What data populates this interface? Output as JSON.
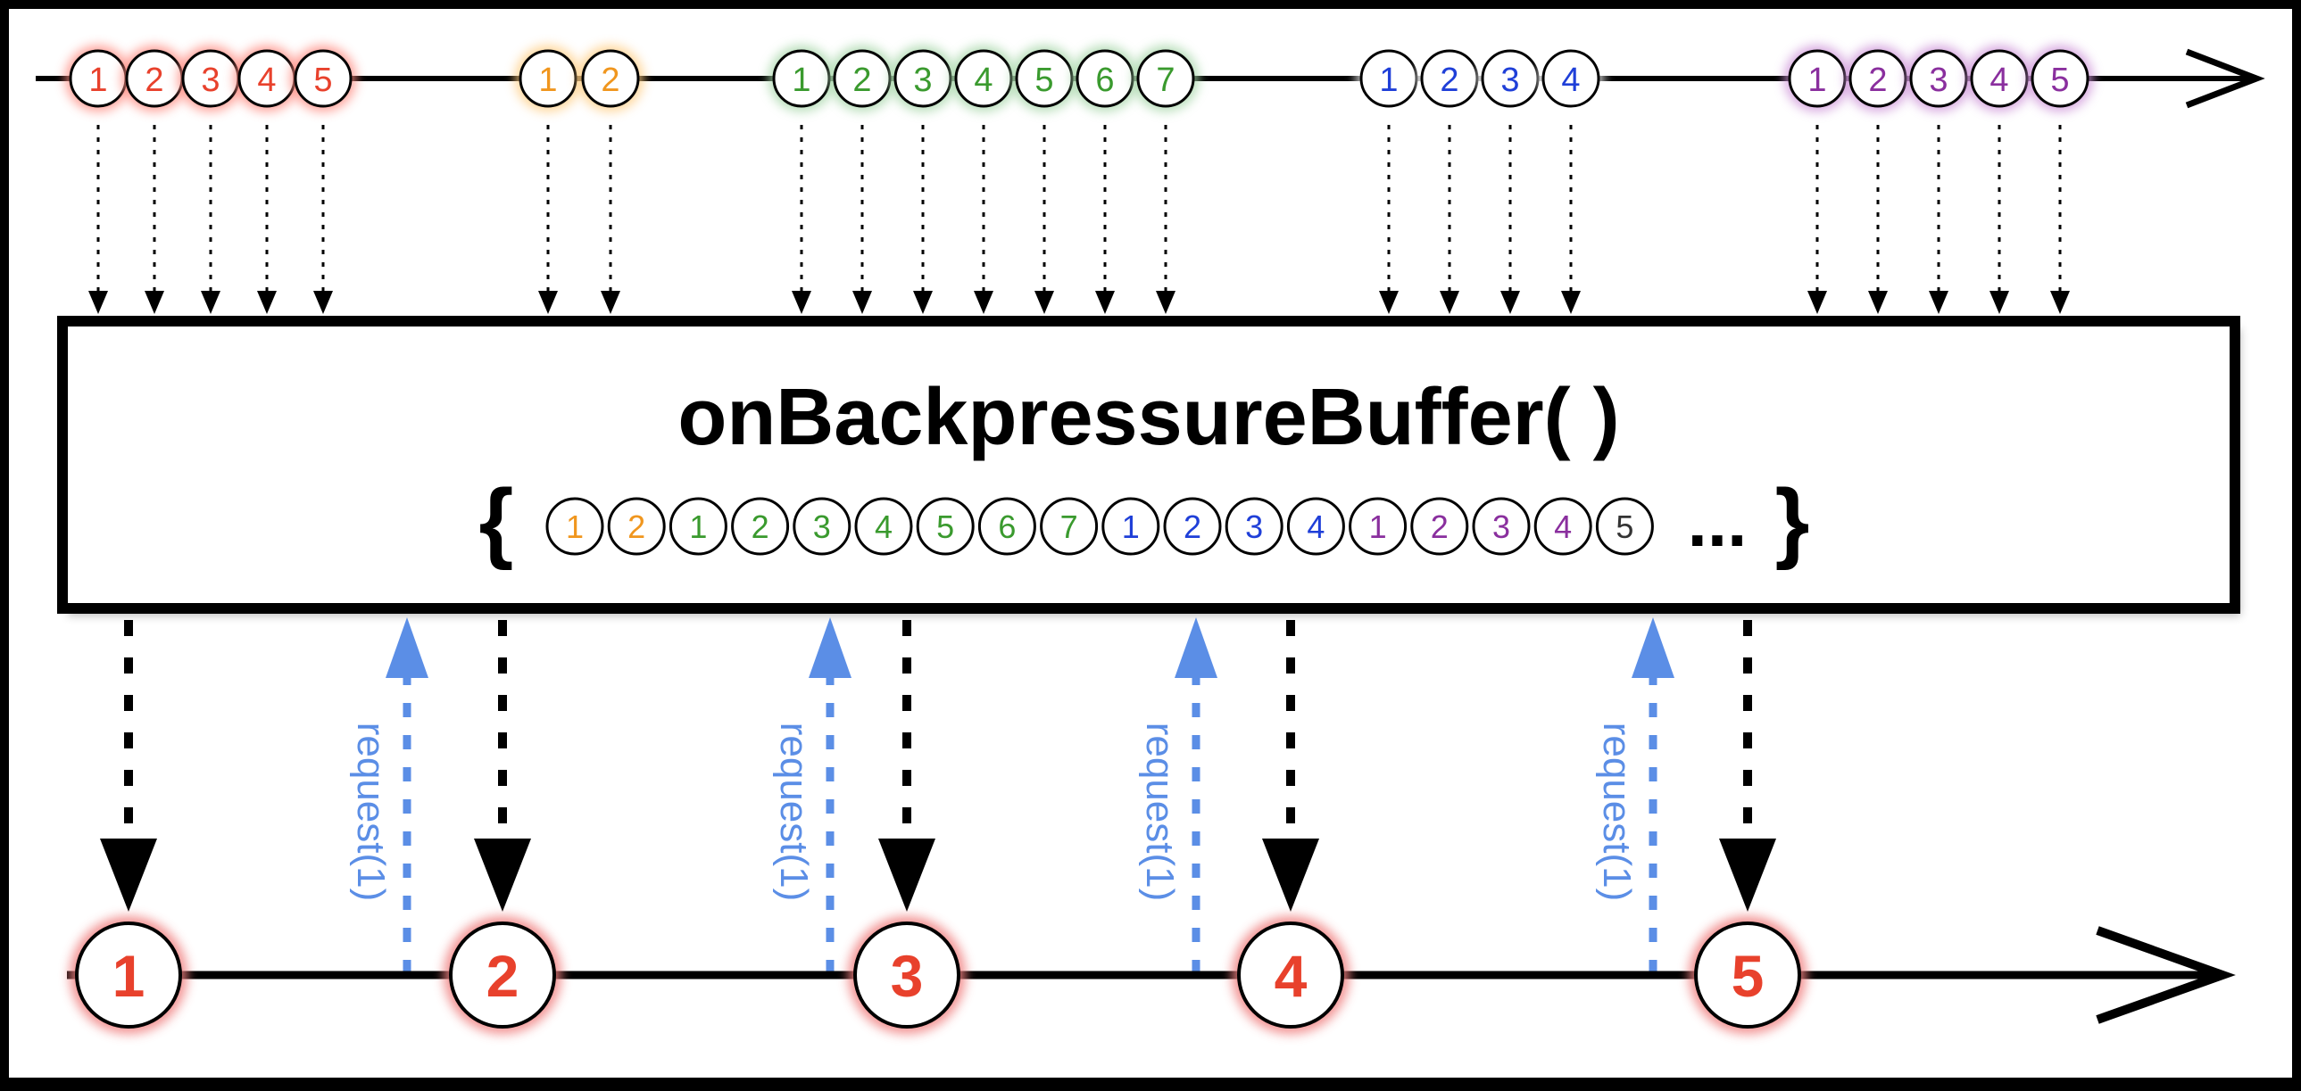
{
  "operator": {
    "title": "onBackpressureBuffer( )",
    "brace_open": "{",
    "brace_close": "}",
    "ellipsis": "..."
  },
  "colors": {
    "frame": "#000000",
    "panel": "#ffffff",
    "line": "#000000",
    "request_arrow": "#5b8ee6",
    "output_marble_text": "#e8412c",
    "output_glow": "#f08080"
  },
  "source_groups": [
    {
      "color": "#e8412c",
      "glow": "#ff8a80",
      "items": [
        "1",
        "2",
        "3",
        "4",
        "5"
      ]
    },
    {
      "color": "#f0961e",
      "glow": "#ffcc80",
      "items": [
        "1",
        "2"
      ]
    },
    {
      "color": "#3a9a2e",
      "glow": "#a5d6a7",
      "items": [
        "1",
        "2",
        "3",
        "4",
        "5",
        "6",
        "7"
      ]
    },
    {
      "color": "#1f3fd8",
      "glow": "#ffffff",
      "items": [
        "1",
        "2",
        "3",
        "4"
      ]
    },
    {
      "color": "#8a2f9e",
      "glow": "#ce93d8",
      "items": [
        "1",
        "2",
        "3",
        "4",
        "5"
      ]
    }
  ],
  "buffer_items": [
    {
      "label": "1",
      "color": "#f0961e"
    },
    {
      "label": "2",
      "color": "#f0961e"
    },
    {
      "label": "1",
      "color": "#3a9a2e"
    },
    {
      "label": "2",
      "color": "#3a9a2e"
    },
    {
      "label": "3",
      "color": "#3a9a2e"
    },
    {
      "label": "4",
      "color": "#3a9a2e"
    },
    {
      "label": "5",
      "color": "#3a9a2e"
    },
    {
      "label": "6",
      "color": "#3a9a2e"
    },
    {
      "label": "7",
      "color": "#3a9a2e"
    },
    {
      "label": "1",
      "color": "#1f3fd8"
    },
    {
      "label": "2",
      "color": "#1f3fd8"
    },
    {
      "label": "3",
      "color": "#1f3fd8"
    },
    {
      "label": "4",
      "color": "#1f3fd8"
    },
    {
      "label": "1",
      "color": "#8a2f9e"
    },
    {
      "label": "2",
      "color": "#8a2f9e"
    },
    {
      "label": "3",
      "color": "#8a2f9e"
    },
    {
      "label": "4",
      "color": "#8a2f9e"
    },
    {
      "label": "5",
      "color": "#333333"
    }
  ],
  "output_items": [
    "1",
    "2",
    "3",
    "4",
    "5"
  ],
  "request_label": "request(1)"
}
